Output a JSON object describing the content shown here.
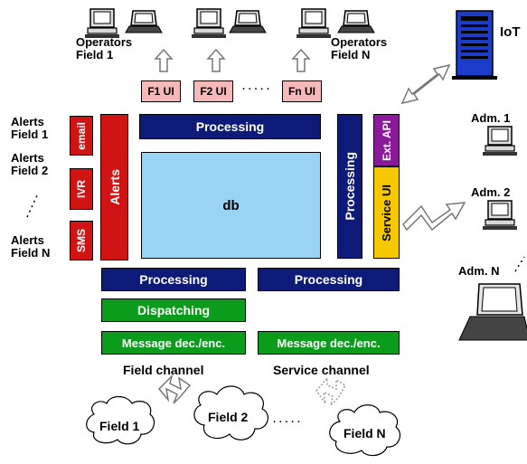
{
  "operators": {
    "left": [
      "Operators",
      "Field 1"
    ],
    "right": [
      "Operators",
      "Field N"
    ]
  },
  "ui_boxes": [
    "F1 UI",
    "F2 UI",
    "Fn UI"
  ],
  "ui_dots": "· · · · ·",
  "alerts_labels": [
    [
      "Alerts",
      "Field 1"
    ],
    [
      "Alerts",
      "Field 2"
    ],
    [
      "Alerts",
      "Field N"
    ]
  ],
  "channels": [
    "email",
    "IVR",
    "SMS"
  ],
  "alerts_box": "Alerts",
  "processing": {
    "top": "Processing",
    "right_vertical": "Processing",
    "bottom_left": "Processing",
    "bottom_right": "Processing"
  },
  "db": "db",
  "ext_api": "Ext. API",
  "service_ui": "Service UI",
  "iot": "IoT",
  "admins": [
    "Adm. 1",
    "Adm. 2",
    "Adm. N"
  ],
  "dispatching": "Dispatching",
  "msg_dec_left": "Message dec./enc.",
  "msg_dec_right": "Message dec./enc.",
  "field_channel": "Field channel",
  "service_channel": "Service channel",
  "fields": [
    "Field 1",
    "Field 2",
    "Field N"
  ],
  "fields_dots": "· · · · ·",
  "colors": {
    "navy": "#0d1a78",
    "red": "#d01414",
    "green": "#0c9c1c",
    "db": "#9ad4f4",
    "ui_pink": "#f7b8b8",
    "purple": "#8a1a9a",
    "yellow": "#f5c800"
  },
  "icons": [
    "computer-icon",
    "laptop-icon",
    "server-icon",
    "cloud-shape",
    "arrow-up-icon",
    "lightning-arrow-icon",
    "double-arrow-icon"
  ]
}
